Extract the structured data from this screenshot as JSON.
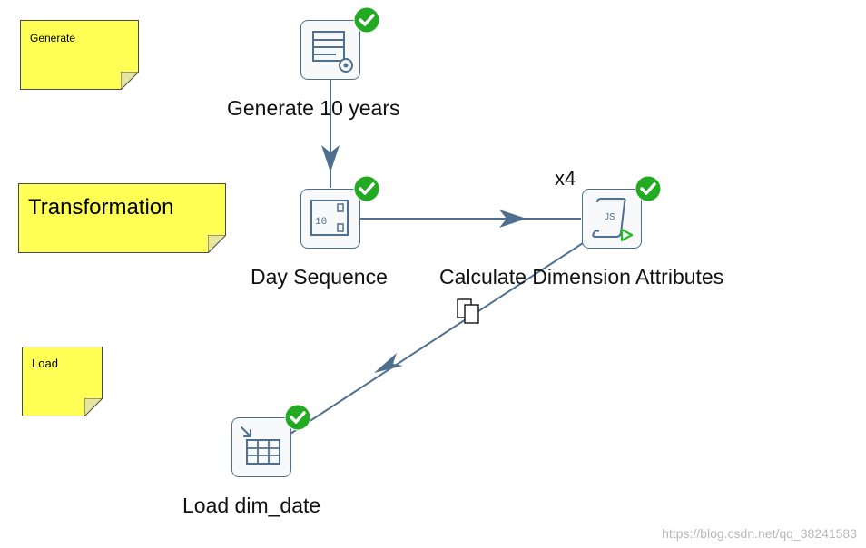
{
  "notes": [
    {
      "text": "Generate"
    },
    {
      "text": "Transformation"
    },
    {
      "text": "Load"
    }
  ],
  "steps": {
    "generate": {
      "label": "Generate 10 years",
      "icon": "table-gear-icon"
    },
    "day_sequence": {
      "label": "Day Sequence",
      "icon": "sequence-icon"
    },
    "calculate": {
      "label": "Calculate Dimension Attributes",
      "icon": "javascript-script-icon",
      "copies": "x4"
    },
    "load": {
      "label": "Load dim_date",
      "icon": "table-output-icon"
    }
  },
  "status": {
    "icon": "check-circle-icon",
    "color": "#22aa22"
  },
  "hop_color": "#4f6f8f",
  "watermark": "https://blog.csdn.net/qq_38241583"
}
